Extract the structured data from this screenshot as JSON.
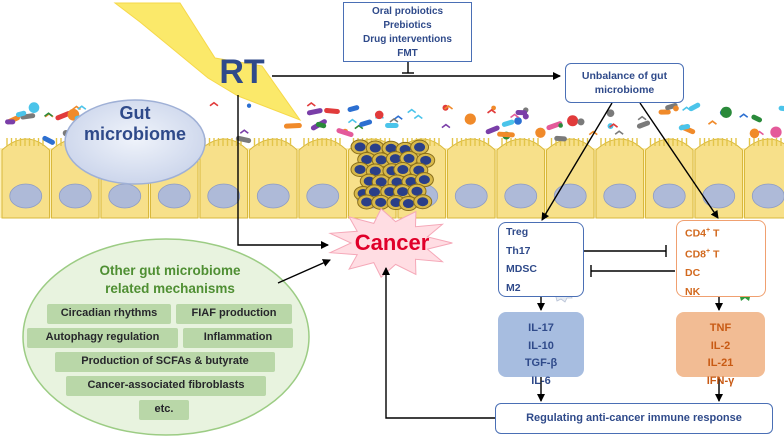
{
  "title_block": {
    "interventions": [
      "Oral probiotics",
      "Prebiotics",
      "Drug interventions",
      "FMT"
    ]
  },
  "rt_label": "RT",
  "gut_label_line1": "Gut",
  "gut_label_line2": "microbiome",
  "unbalance": {
    "line1": "Unbalance of gut",
    "line2": "microbiome"
  },
  "cancer_label": "Cancer",
  "suppressive_cells": [
    "Treg",
    "Th17",
    "MDSC",
    "M2"
  ],
  "effector_cells": [
    {
      "base": "CD4",
      "sup": "+",
      "rest": " T"
    },
    {
      "base": "CD8",
      "sup": "+",
      "rest": " T"
    },
    {
      "base": "DC",
      "sup": "",
      "rest": ""
    },
    {
      "base": "NK",
      "sup": "",
      "rest": ""
    }
  ],
  "suppressive_cytokines": [
    "IL-17",
    "IL-10",
    "TGF-β",
    "IL-6"
  ],
  "effector_cytokines": [
    "TNF",
    "IL-2",
    "IL-21",
    "IFN-γ"
  ],
  "regulating_label": "Regulating anti-cancer immune response",
  "other_mechanisms": {
    "title_line1": "Other gut microbiome",
    "title_line2": "related mechanisms",
    "items": [
      "Circadian rhythms",
      "FIAF production",
      "Autophagy regulation",
      "Inflammation",
      "Production of SCFAs & butyrate",
      "Cancer-associated fibroblasts",
      "etc."
    ]
  },
  "colors": {
    "navy": "#2f4a8a",
    "orange": "#d2691e",
    "green": "#4f8f33",
    "cancer_red": "#e0002a",
    "epithelium": "#f7e08a",
    "nucleus": "#aebad8",
    "tumor_cell": "#2a3f88"
  }
}
